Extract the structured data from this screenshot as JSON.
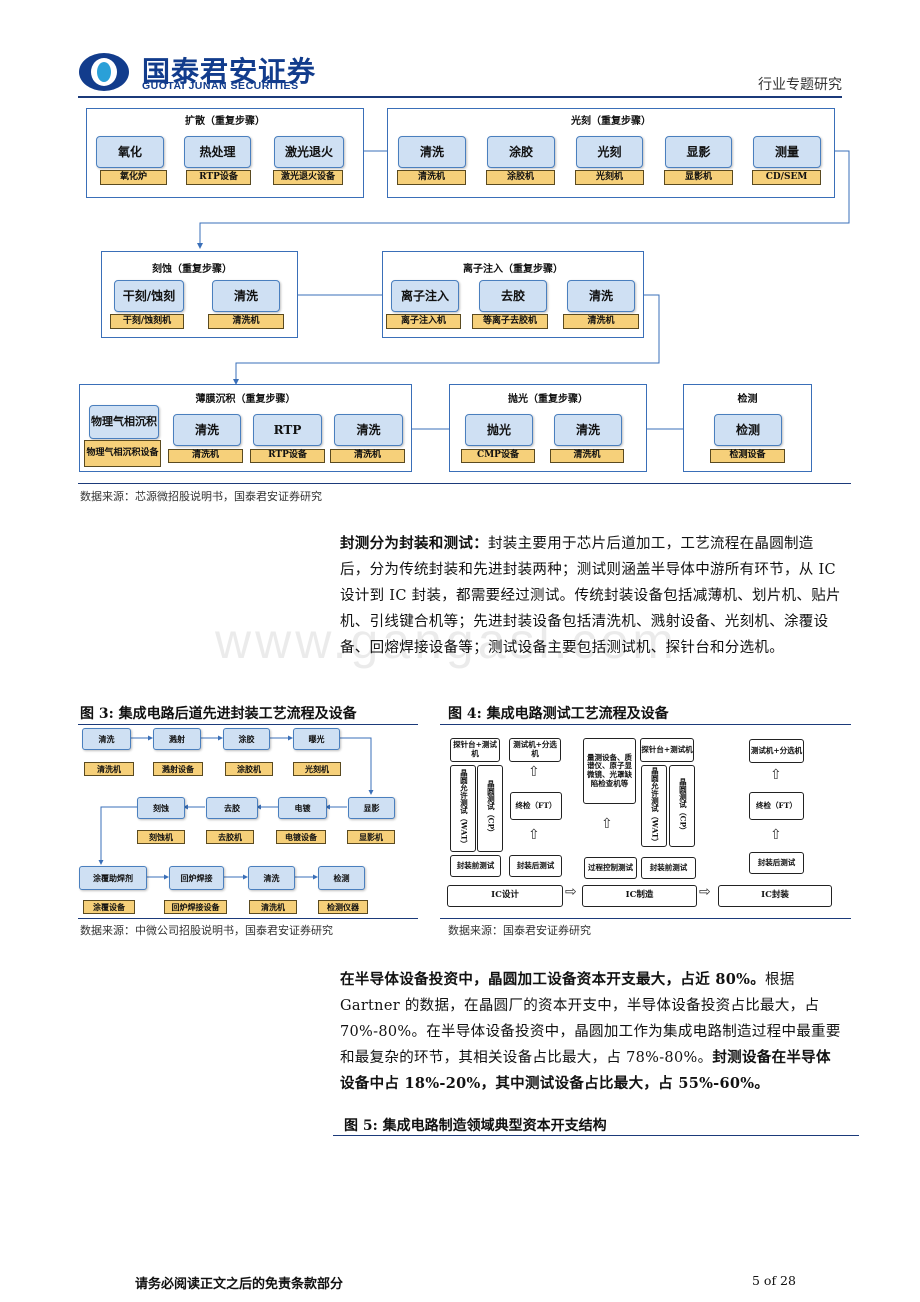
{
  "header": {
    "brand_cn": "国泰君安证券",
    "brand_en": "GUOTAI JUNAN SECURITIES",
    "report_type": "行业专题研究",
    "brand_color": "#123c8c"
  },
  "fig2": {
    "groups": [
      {
        "title": "扩散（重复步骤）",
        "steps": [
          {
            "label": "氧化",
            "equip": "氧化炉"
          },
          {
            "label": "热处理",
            "equip": "RTP设备"
          },
          {
            "label": "激光退火",
            "equip": "激光退火设备"
          }
        ]
      },
      {
        "title": "光刻（重复步骤）",
        "steps": [
          {
            "label": "清洗",
            "equip": "清洗机"
          },
          {
            "label": "涂胶",
            "equip": "涂胶机"
          },
          {
            "label": "光刻",
            "equip": "光刻机"
          },
          {
            "label": "显影",
            "equip": "显影机"
          },
          {
            "label": "测量",
            "equip": "CD/SEM"
          }
        ]
      },
      {
        "title": "刻蚀（重复步骤）",
        "steps": [
          {
            "label": "干刻/蚀刻",
            "equip": "干刻/蚀刻机"
          },
          {
            "label": "清洗",
            "equip": "清洗机"
          }
        ]
      },
      {
        "title": "离子注入（重复步骤）",
        "steps": [
          {
            "label": "离子注入",
            "equip": "离子注入机"
          },
          {
            "label": "去胶",
            "equip": "等离子去胶机"
          },
          {
            "label": "清洗",
            "equip": "清洗机"
          }
        ]
      },
      {
        "title": "薄膜沉积（重复步骤）",
        "steps": [
          {
            "label": "物理气相沉积",
            "equip": "物理气相沉积设备"
          },
          {
            "label": "清洗",
            "equip": "清洗机"
          },
          {
            "label": "RTP",
            "equip": "RTP设备"
          },
          {
            "label": "清洗",
            "equip": "清洗机"
          }
        ]
      },
      {
        "title": "抛光（重复步骤）",
        "steps": [
          {
            "label": "抛光",
            "equip": "CMP设备"
          },
          {
            "label": "清洗",
            "equip": "清洗机"
          }
        ]
      },
      {
        "title": "检测",
        "steps": [
          {
            "label": "检测",
            "equip": "检测设备"
          }
        ]
      }
    ],
    "source": "数据来源：芯源微招股说明书，国泰君安证券研究"
  },
  "para1": {
    "bold": "封测分为封装和测试：",
    "text": "封装主要用于芯片后道加工，工艺流程在晶圆制造后，分为传统封装和先进封装两种；测试则涵盖半导体中游所有环节，从 IC 设计到 IC 封装，都需要经过测试。传统封装设备包括减薄机、划片机、贴片机、引线键合机等；先进封装设备包括清洗机、溅射设备、光刻机、涂覆设备、回熔焊接设备等；测试设备主要包括测试机、探针台和分选机。"
  },
  "watermark": "www.gangasl.com",
  "fig3": {
    "title": "图 3:  集成电路后道先进封装工艺流程及设备",
    "row1": [
      {
        "label": "清洗",
        "equip": "清洗机"
      },
      {
        "label": "溅射",
        "equip": "溅射设备"
      },
      {
        "label": "涂胶",
        "equip": "涂胶机"
      },
      {
        "label": "曝光",
        "equip": "光刻机"
      }
    ],
    "row2": [
      {
        "label": "刻蚀",
        "equip": "刻蚀机"
      },
      {
        "label": "去胶",
        "equip": "去胶机"
      },
      {
        "label": "电镀",
        "equip": "电镀设备"
      },
      {
        "label": "显影",
        "equip": "显影机"
      }
    ],
    "row3": [
      {
        "label": "涂覆助焊剂",
        "equip": "涂覆设备"
      },
      {
        "label": "回炉焊接",
        "equip": "回炉焊接设备"
      },
      {
        "label": "清洗",
        "equip": "清洗机"
      },
      {
        "label": "检测",
        "equip": "检测仪器"
      }
    ],
    "source": "数据来源：中微公司招股说明书，国泰君安证券研究"
  },
  "fig4": {
    "title": "图 4:  集成电路测试工艺流程及设备",
    "boxes": {
      "probe1": "探针台+测试机",
      "tester1": "测试机+分选机",
      "wat": "晶圆允许测试（WAT）",
      "cp1": "晶圆测试（CP）",
      "ft1": "终检（FT）",
      "pre1": "封装前测试",
      "post1": "封装后测试",
      "metro": "量测设备、质谱仪、原子显微镜、光罩缺陷检查机等",
      "probe2": "探针台+测试机",
      "wat2": "晶圆允许测试（WAT）",
      "cp2": "晶圆测试（CP）",
      "proc": "过程控制测试",
      "pre2": "封装前测试",
      "tester3": "测试机+分选机",
      "ft3": "终检（FT）",
      "post3": "封装后测试",
      "stage1": "IC设计",
      "stage2": "IC制造",
      "stage3": "IC封装"
    },
    "source": "数据来源：国泰君安证券研究"
  },
  "para2": {
    "bold1": "在半导体设备投资中，晶圆加工设备资本开支最大，占近 80%。",
    "text": "根据 Gartner 的数据，在晶圆厂的资本开支中，半导体设备投资占比最大，占 70%-80%。在半导体设备投资中，晶圆加工作为集成电路制造过程中最重要和最复杂的环节，其相关设备占比最大，占 78%-80%。",
    "bold2": "封测设备在半导体设备中占 18%-20%，其中测试设备占比最大，占 55%-60%。"
  },
  "fig5": {
    "title": "图 5:  集成电路制造领域典型资本开支结构"
  },
  "footer": {
    "note": "请务必阅读正文之后的免责条款部分",
    "page": "5 of 28"
  }
}
